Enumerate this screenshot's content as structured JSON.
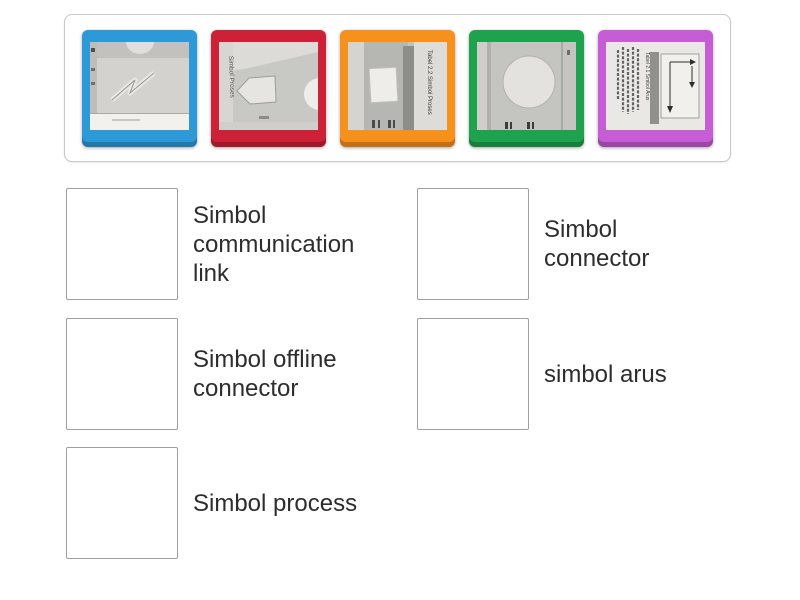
{
  "tray": {
    "tiles": [
      {
        "name": "tile-blue",
        "frame_color": "#2D9AD7",
        "photo": "lightning-zigzag-symbol-photo"
      },
      {
        "name": "tile-red",
        "frame_color": "#CD2138",
        "photo": "pentagon-symbol-photo",
        "visible_text": "Simbol Proses"
      },
      {
        "name": "tile-orange",
        "frame_color": "#F6911E",
        "photo": "rectangle-symbol-table-photo",
        "visible_text": "Tabel 2.2 Simbol Proses"
      },
      {
        "name": "tile-green",
        "frame_color": "#1EA24E",
        "photo": "circle-symbol-photo"
      },
      {
        "name": "tile-purple",
        "frame_color": "#C75DD4",
        "photo": "flow-arrows-table-photo",
        "visible_text": "Tabel 2.1 Simbol Arus"
      }
    ]
  },
  "pairs": {
    "left": [
      {
        "label": "Simbol communication link"
      },
      {
        "label": "Simbol offline connector"
      },
      {
        "label": "Simbol process"
      }
    ],
    "right": [
      {
        "label": "Simbol connector"
      },
      {
        "label": "simbol arus"
      }
    ]
  },
  "colors": {
    "page_background": "#ffffff",
    "tray_border": "#c8c8c8",
    "dropzone_border": "#9f9f9f",
    "label_text": "#2d2d2d"
  }
}
